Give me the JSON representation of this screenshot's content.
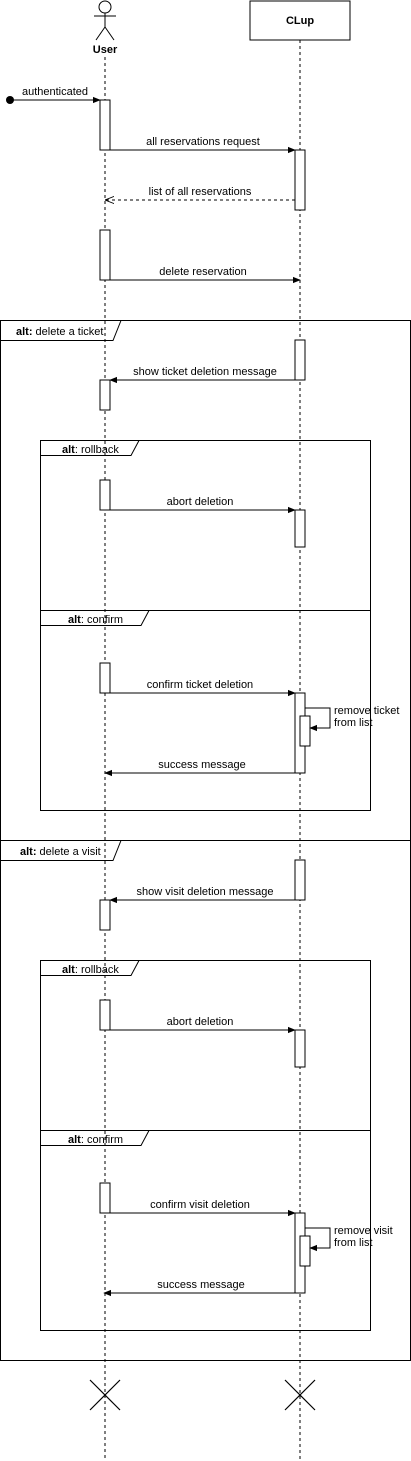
{
  "participants": {
    "user": "User",
    "clup": "CLup"
  },
  "messages": {
    "authenticated": "authenticated",
    "all_reservations_request": "all reservations request",
    "list_of_all_reservations": "list of all reservations",
    "delete_reservation": "delete reservation",
    "show_ticket_deletion": "show ticket deletion message",
    "abort_deletion_1": "abort deletion",
    "confirm_ticket_deletion": "confirm ticket deletion",
    "remove_ticket_1": "remove ticket",
    "remove_ticket_2": "from list",
    "success_message_1": "success message",
    "show_visit_deletion": "show visit deletion message",
    "abort_deletion_2": "abort deletion",
    "confirm_visit_deletion": "confirm visit deletion",
    "remove_visit_1": "remove visit",
    "remove_visit_2": "from list",
    "success_message_2": "success message"
  },
  "fragments": {
    "alt_keyword": "alt:",
    "delete_ticket": " delete a ticket",
    "delete_visit": " delete a visit",
    "inner_alt_keyword": "alt",
    "rollback": ": rollback",
    "confirm": ": confirm"
  }
}
